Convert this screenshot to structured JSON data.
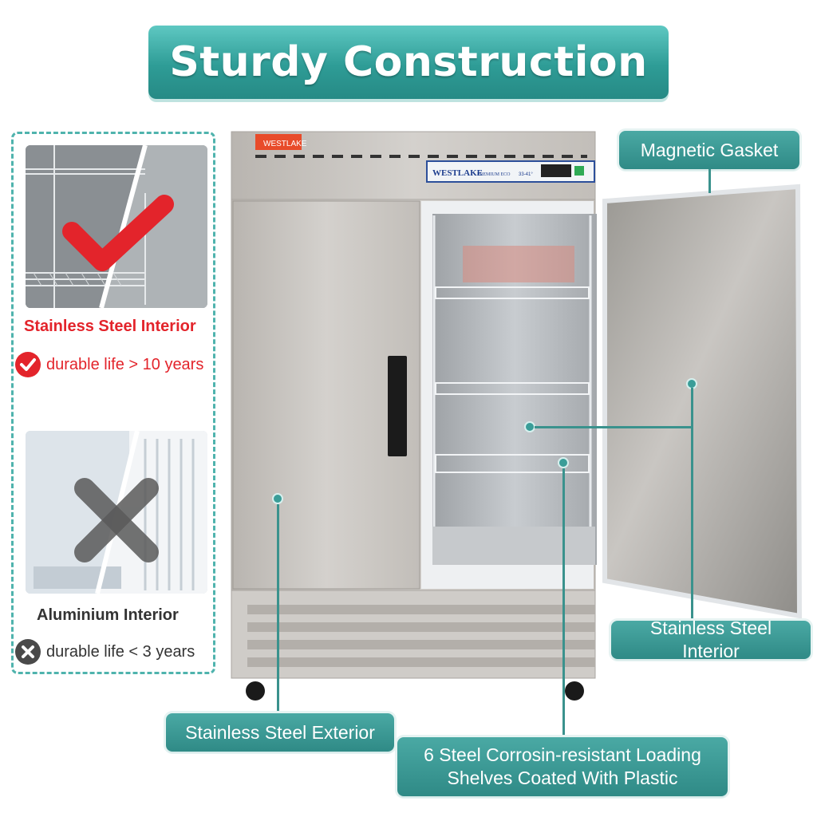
{
  "title": "Sturdy Construction",
  "comparison": {
    "good": {
      "caption": "Stainless Steel Interior",
      "life": "durable life > 10 years",
      "mark_icon": "check-mark-icon",
      "badge_icon": "check-circle-icon",
      "color": "#e3242b"
    },
    "bad": {
      "caption": "Aluminium Interior",
      "life": "durable life < 3 years",
      "mark_icon": "x-mark-icon",
      "badge_icon": "x-circle-icon",
      "color": "#4a4a4a"
    }
  },
  "product": {
    "logo_text": "WESTLAKE",
    "nameplate": {
      "brand": "WESTLAKE",
      "model": "PREMIUM ECO",
      "temp_range": "33-41°"
    }
  },
  "callouts": {
    "magnetic_gasket": "Magnetic Gasket",
    "stainless_interior": "Stainless Steel Interior",
    "stainless_exterior": "Stainless Steel Exterior",
    "shelves_line1": "6 Steel Corrosin-resistant Loading",
    "shelves_line2": "Shelves Coated With Plastic"
  },
  "colors": {
    "accent_teal": "#2f8a86",
    "steel": "#c7c4c0"
  }
}
